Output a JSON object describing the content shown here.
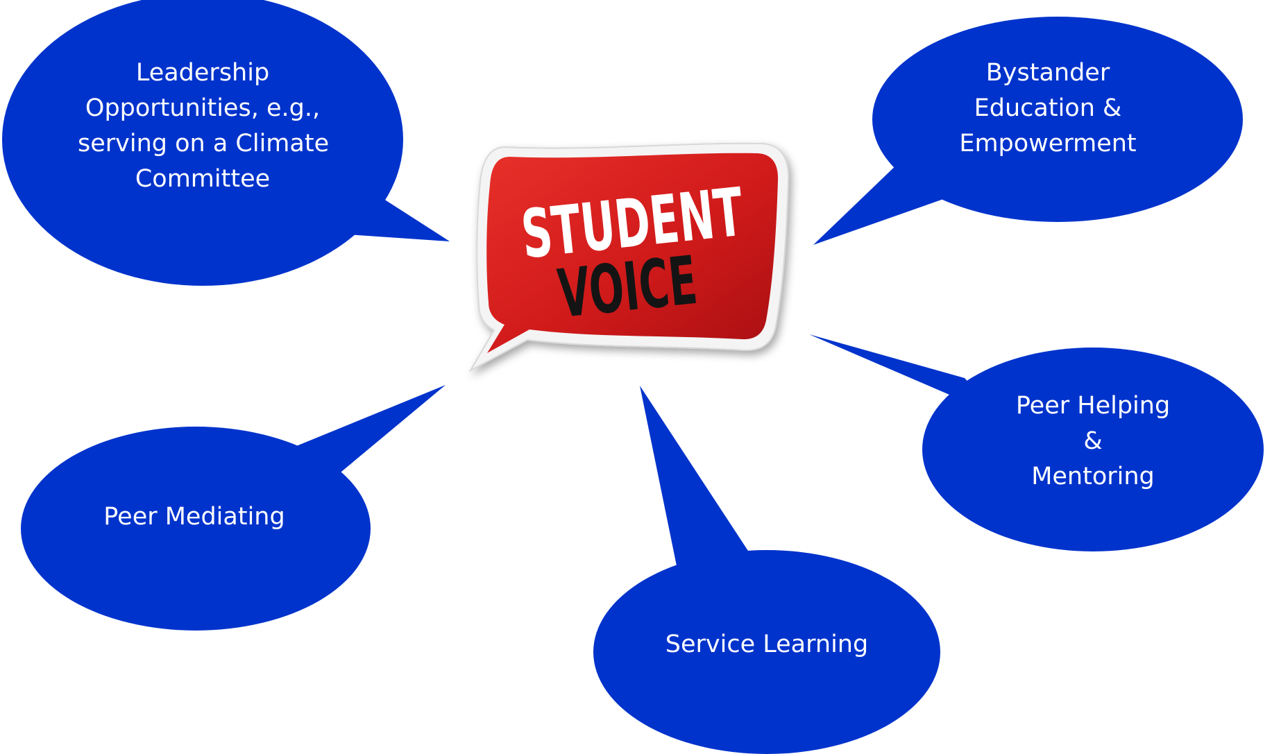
{
  "colors": {
    "bubble": "#0033CC",
    "logo_red": "#D61F1F",
    "logo_text_top": "#FFFFFF",
    "logo_text_bottom": "#141414"
  },
  "logo": {
    "line1": "STUDENT",
    "line2": "VOICE"
  },
  "bubbles": {
    "leadership": {
      "line1": "Leadership",
      "line2": "Opportunities, e.g.,",
      "line3": "serving on a Climate",
      "line4": "Committee"
    },
    "bystander": {
      "line1": "Bystander",
      "line2": "Education &",
      "line3": "Empowerment"
    },
    "peer_helping": {
      "line1": "Peer Helping",
      "line2": "&",
      "line3": "Mentoring"
    },
    "peer_mediating": {
      "line1": "Peer Mediating"
    },
    "service_learning": {
      "line1": "Service Learning"
    }
  }
}
